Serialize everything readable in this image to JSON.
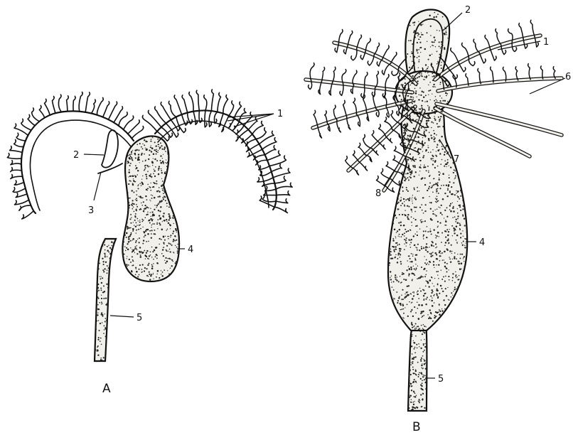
{
  "figure_a": {
    "caption": "A",
    "labels": {
      "l1": "1",
      "l2": "2",
      "l3": "3",
      "l4": "4",
      "l5": "5"
    }
  },
  "figure_b": {
    "caption": "B",
    "labels": {
      "l1": "1",
      "l2": "2",
      "l4": "4",
      "l5": "5",
      "l6": "6",
      "l7": "7",
      "l8": "8"
    }
  },
  "colors": {
    "ink": "#111111",
    "fill": "#f2f0ea"
  }
}
